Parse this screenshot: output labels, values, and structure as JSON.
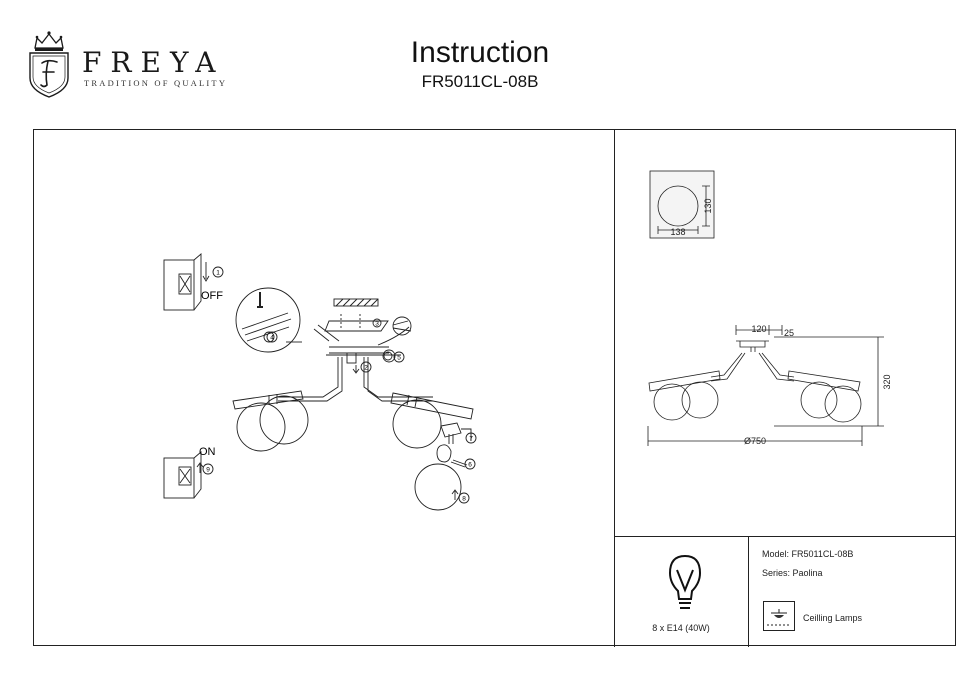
{
  "brand": {
    "name": "FREYA",
    "tagline": "TRADITION OF QUALITY"
  },
  "header": {
    "title": "Instruction",
    "model_code": "FR5011CL-08B"
  },
  "steps": {
    "off_label": "OFF",
    "on_label": "ON",
    "numbers": [
      "1",
      "2",
      "3",
      "4",
      "5",
      "6",
      "7",
      "8",
      "9"
    ]
  },
  "dimensions": {
    "shade_height": "130",
    "shade_width": "138",
    "canopy_diameter": "120",
    "canopy_height": "25",
    "total_height": "320",
    "total_diameter": "Ø750"
  },
  "bulb": {
    "spec": "8 x E14 (40W)"
  },
  "info": {
    "model": "Model: FR5011CL-08B",
    "series": "Series: Paolina",
    "category": "Ceilling Lamps"
  },
  "colors": {
    "line": "#222222",
    "accent": "#1a1a1a"
  }
}
